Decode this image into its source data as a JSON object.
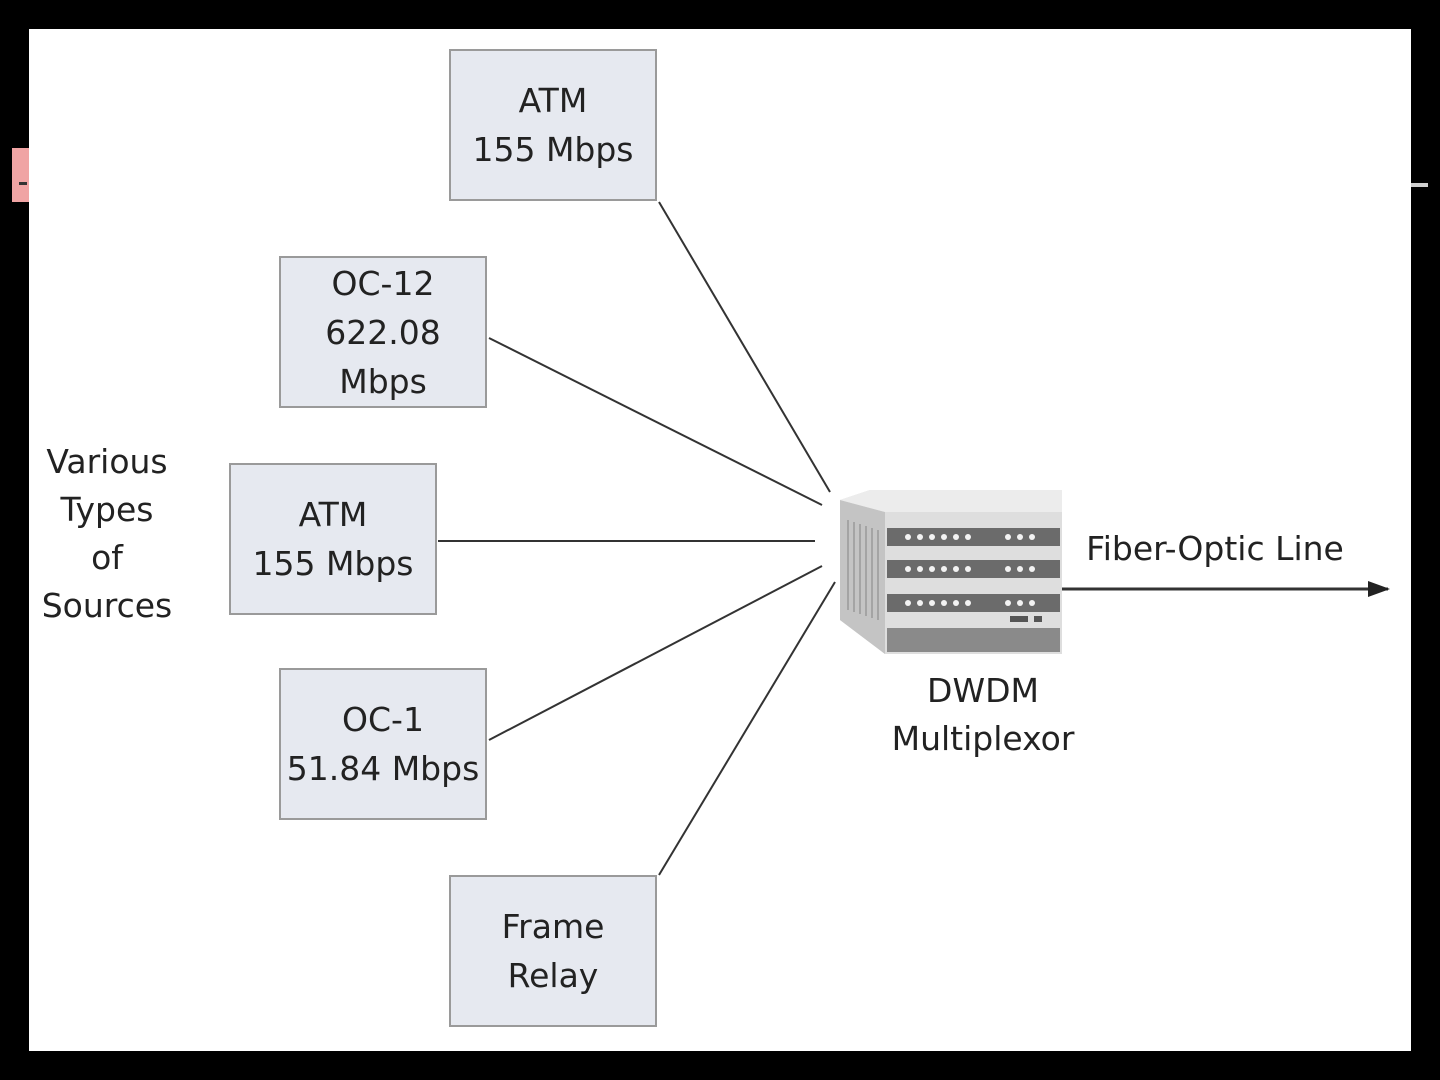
{
  "sources_label": [
    "Various",
    "Types",
    "of",
    "Sources"
  ],
  "sources": [
    {
      "name": "ATM",
      "rate": "155 Mbps"
    },
    {
      "name": "OC-12",
      "rate": "622.08 Mbps"
    },
    {
      "name": "ATM",
      "rate": "155 Mbps"
    },
    {
      "name": "OC-1",
      "rate": "51.84 Mbps"
    },
    {
      "name": "Frame",
      "rate": "Relay"
    }
  ],
  "multiplexor_label": [
    "DWDM",
    "Multiplexor"
  ],
  "output_label": "Fiber-Optic Line",
  "colors": {
    "box_fill": "#e6e9f0",
    "box_border": "#9a9a9a",
    "line": "#333333"
  }
}
